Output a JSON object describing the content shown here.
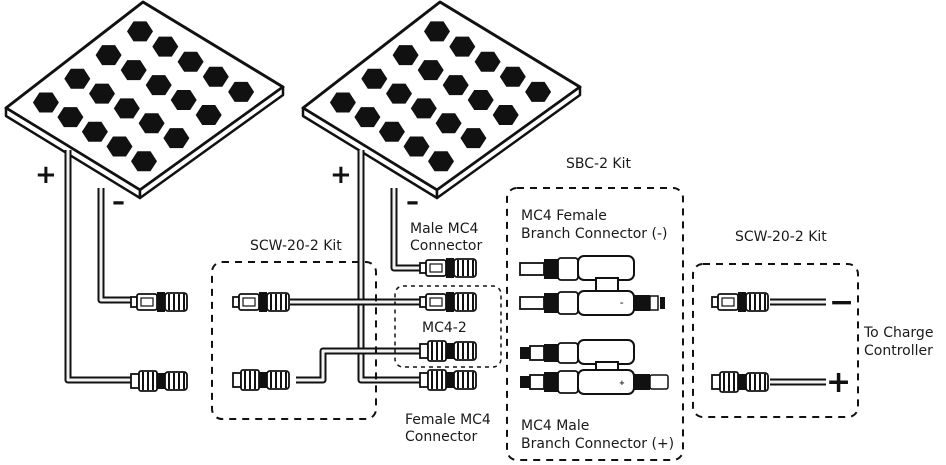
{
  "labels": {
    "sbc_kit": "SBC-2 Kit",
    "scw_kit_left": "SCW-20-2 Kit",
    "scw_kit_right": "SCW-20-2 Kit",
    "male_mc4": [
      "Male MC4",
      "Connector"
    ],
    "female_mc4": [
      "Female MC4",
      "Connector"
    ],
    "mc4_2": "MC4-2",
    "mc4_female_branch": [
      "MC4 Female",
      "Branch Connector (-)"
    ],
    "mc4_male_branch": [
      "MC4 Male",
      "Branch Connector (+)"
    ],
    "to_charge_controller": [
      "To Charge",
      "Controller"
    ]
  },
  "polarity": {
    "plus": "+",
    "minus": "−",
    "dash": "–"
  },
  "colors": {
    "ink": "#111111",
    "panel_frame": "#ffffff",
    "cell": "#111111"
  }
}
